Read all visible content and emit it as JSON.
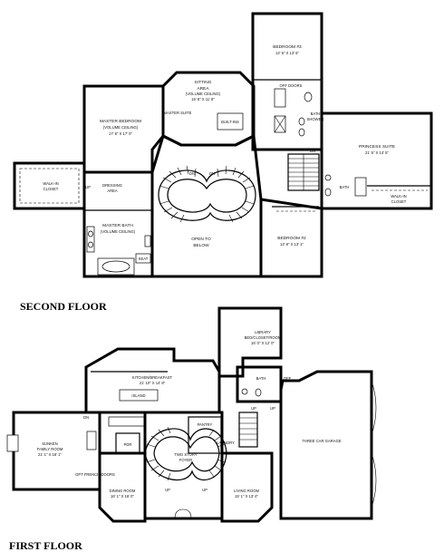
{
  "second_floor": {
    "title": "SECOND FLOOR",
    "rooms": {
      "bedroom3": {
        "name": "BEDROOM #3",
        "dims": "14' 5\" X 13' 5\""
      },
      "sitting": {
        "name": "SITTING",
        "name2": "AREA",
        "note": "(VOLUME CEILING)",
        "dims": "15' 8\" X 11' 8\""
      },
      "master_suite": {
        "name": "MASTER SUITE"
      },
      "master_bedroom": {
        "name": "MASTER BEDROOM",
        "note": "(VOLUME CEILING)",
        "dims": "17' 8\" X 17' 0\""
      },
      "princess": {
        "name": "PRINCESS SUITE",
        "dims": "21' 5\" X 14' 5\""
      },
      "walkin_left": {
        "name": "WALK-IN",
        "name2": "CLOSET"
      },
      "walkin_right": {
        "name": "WALK-IN",
        "name2": "CLOSET"
      },
      "dressing": {
        "name": "DRESSING",
        "name2": "AREA"
      },
      "master_bath": {
        "name": "MASTER BATH",
        "note": "(VOLUME CEILING)"
      },
      "open_below": {
        "name": "OPEN TO",
        "name2": "BELOW"
      },
      "bedroom2": {
        "name": "BEDROOM #2",
        "dims": "13' 8\" X 13' 1\""
      },
      "bath_upper": {
        "name": "BATH"
      },
      "bath_princess": {
        "name": "BATH"
      }
    },
    "notes": {
      "dn1": "DN",
      "dn2": "DN",
      "dn3": "DN",
      "up": "UP",
      "off_doors": "OFF DOORS",
      "seat": "SEAT",
      "shower": "SHOWER",
      "built_ins": "BUILT-INS",
      "volume_ceiling": "(VOLUME CEILING)"
    }
  },
  "first_floor": {
    "title": "FIRST FLOOR",
    "rooms": {
      "library": {
        "name": "LIBRARY",
        "name2": "BED/CLOSET/ROOM",
        "dims": "16' 0\" X 12' 0\""
      },
      "kitchen": {
        "name": "KITCHEN/BREAKFAST",
        "dims": "21' 10\" X 14' 8\""
      },
      "island": {
        "name": "ISLAND"
      },
      "bath": {
        "name": "BATH"
      },
      "family": {
        "name": "SUNKEN",
        "name2": "FAMILY ROOM",
        "dims": "21' 1\" X 18' 1\""
      },
      "garage": {
        "name": "THREE CAR GARAGE"
      },
      "foyer": {
        "name": "TWO STORY",
        "name2": "FOYER"
      },
      "dining": {
        "name": "DINING ROOM",
        "dims": "16' 1\" X 16' 0\""
      },
      "living": {
        "name": "LIVING ROOM",
        "dims": "15' 1\" X 13' 4\""
      },
      "pdr": {
        "name": "PDR"
      },
      "pantry": {
        "name": "PANTRY"
      },
      "laundry": {
        "name": "LAUNDRY"
      }
    },
    "notes": {
      "dn": "DN",
      "up1": "UP",
      "up2": "UP",
      "up3": "UP",
      "ups": "UP",
      "opt_french": "OPT FRENCH DOORS",
      "off": "OFF"
    }
  }
}
